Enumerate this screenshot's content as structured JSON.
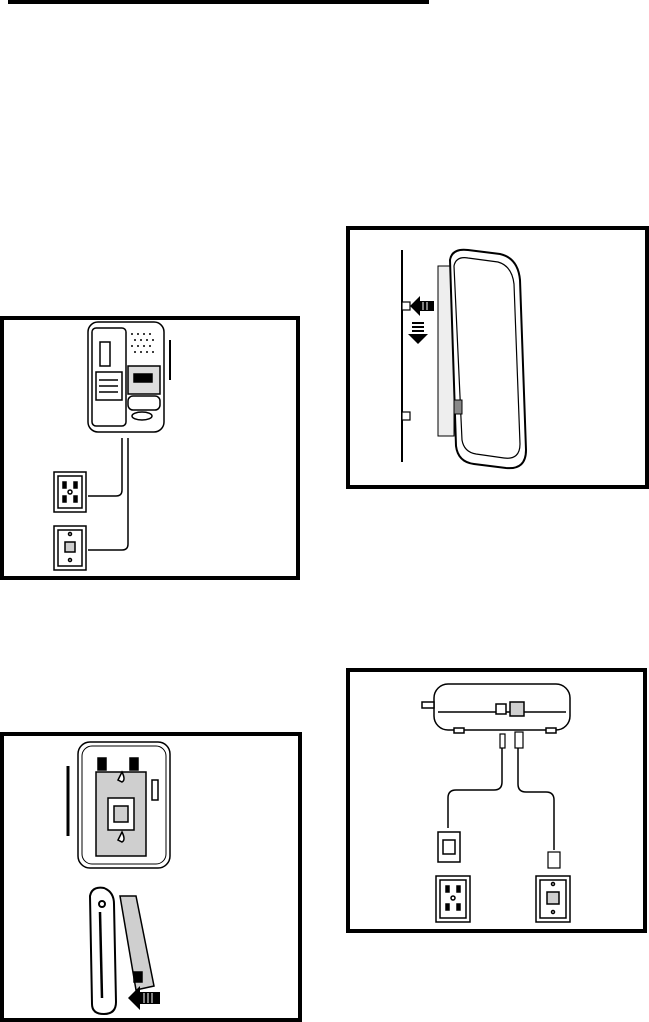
{
  "page": {
    "figures": [
      {
        "id": "desk-installation",
        "icons": [
          "base-unit-icon",
          "power-outlet-icon",
          "phone-jack-icon"
        ]
      },
      {
        "id": "wall-mount-side",
        "icons": [
          "wall-icon",
          "base-side-icon",
          "push-arrow-icon",
          "down-arrow-icon"
        ]
      },
      {
        "id": "rear-connections",
        "icons": [
          "base-rear-icon",
          "power-adapter-icon",
          "power-outlet-icon",
          "phone-jack-icon"
        ]
      },
      {
        "id": "bracket-install",
        "icons": [
          "base-bottom-icon",
          "mounting-bracket-icon",
          "base-side-icon",
          "push-arrow-icon"
        ]
      }
    ],
    "colors": {
      "line": "#000000",
      "fill": "#ffffff",
      "shade": "#cfcfcf"
    }
  }
}
